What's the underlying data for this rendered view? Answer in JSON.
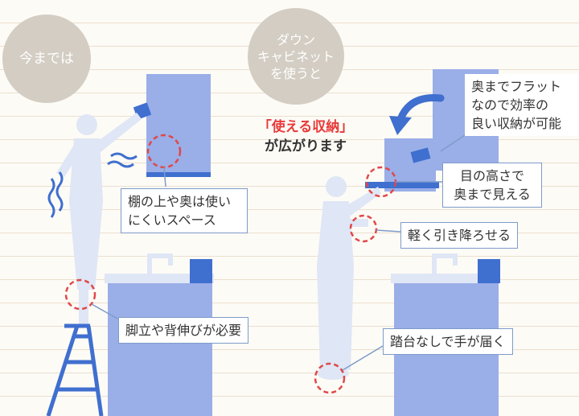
{
  "before": {
    "badge": "今までは",
    "callouts": {
      "shelf": "棚の上や奥は使い\nにくいスペース",
      "stepladder": "脚立や背伸びが必要"
    }
  },
  "after": {
    "badge": "ダウン\nキャビネット\nを使うと",
    "headline_highlight": "「使える収納」",
    "headline_rest": "が広がります",
    "callouts": {
      "flat": "奥までフラット\nなので効率の\n良い収納が可能",
      "eye_level": "目の高さで\n奥まで見える",
      "pull_down": "軽く引き降ろせる",
      "reach": "踏台なしで手が届く"
    }
  },
  "colors": {
    "cabinet": "#9aaee8",
    "cabinet_edge": "#3f6fcf",
    "figure": "#dfe6f5",
    "ladder": "#3f6fcf",
    "dashed_circle": "#e04848",
    "highlight": "#e83a3a",
    "badge": "#d3cdc3"
  }
}
